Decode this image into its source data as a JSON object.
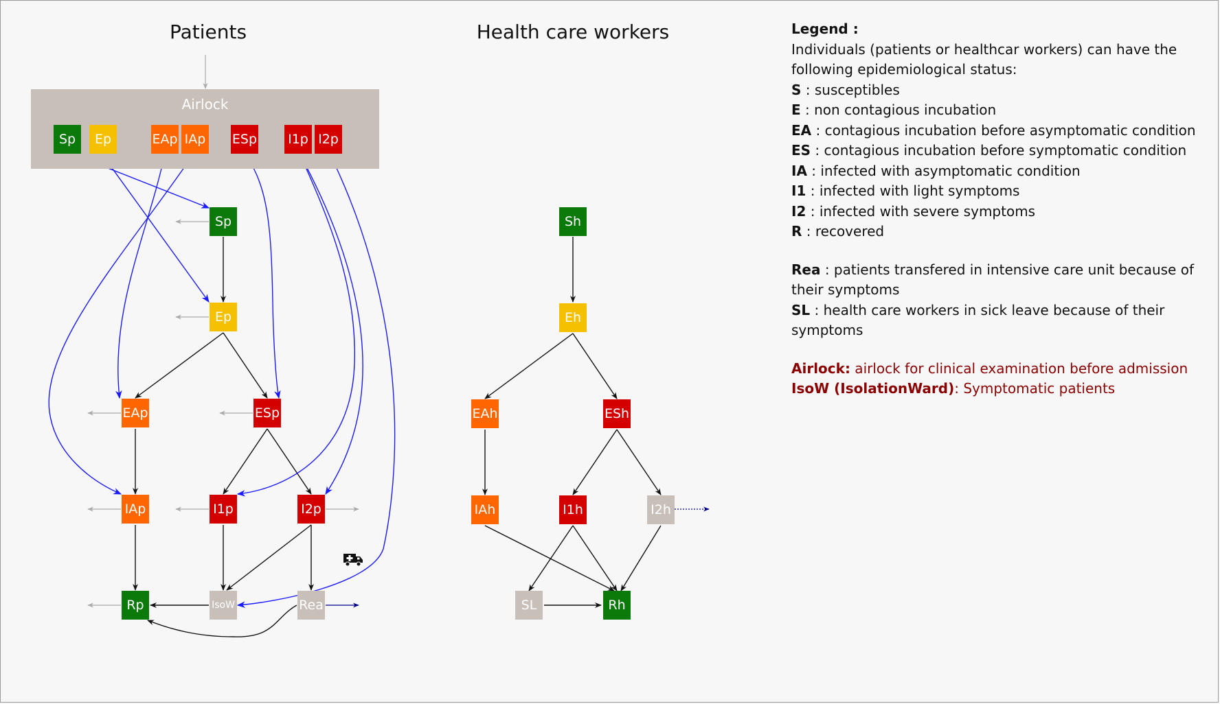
{
  "titles": {
    "patients": "Patients",
    "hcw": "Health care workers"
  },
  "airlock": {
    "label": "Airlock",
    "nodes": [
      "Sp",
      "Ep",
      "EAp",
      "IAp",
      "ESp",
      "I1p",
      "I2p"
    ]
  },
  "patients": {
    "Sp": "Sp",
    "Ep": "Ep",
    "EAp": "EAp",
    "ESp": "ESp",
    "IAp": "IAp",
    "I1p": "I1p",
    "I2p": "I2p",
    "Rp": "Rp",
    "IsoW": "IsoW",
    "Rea": "Rea"
  },
  "hcw": {
    "Sh": "Sh",
    "Eh": "Eh",
    "EAh": "EAh",
    "ESh": "ESh",
    "IAh": "IAh",
    "I1h": "I1h",
    "I2h": "I2h",
    "SL": "SL",
    "Rh": "Rh"
  },
  "icons": {
    "ambulance": "ambulance-icon"
  },
  "colors": {
    "S": "#0b7a0b",
    "E": "#f5c000",
    "EA": "#ff6600",
    "ES": "#d40000",
    "grey": "#c8bfb8",
    "blue_arrow": "#1a1aff",
    "dark_red": "#8b0000"
  },
  "legend": {
    "heading": "Legend :",
    "intro": "Individuals (patients or healthcar workers) can have the following epidemiological status:",
    "items": [
      {
        "key": "S",
        "text": " : susceptibles"
      },
      {
        "key": "E",
        "text": " : non contagious incubation"
      },
      {
        "key": "EA",
        "text": " : contagious incubation before asymptomatic condition"
      },
      {
        "key": "ES",
        "text": " : contagious incubation before symptomatic condition"
      },
      {
        "key": "IA",
        "text": " : infected with asymptomatic condition"
      },
      {
        "key": "I1",
        "text": " : infected with light symptoms"
      },
      {
        "key": "I2",
        "text": " : infected with severe symptoms"
      },
      {
        "key": "R",
        "text": " : recovered"
      }
    ],
    "rea_key": "Rea",
    "rea_text": " : patients transfered in intensive care unit because of their symptoms",
    "sl_key": "SL",
    "sl_text": " : health care workers in sick leave because of their symptoms",
    "airlock_key": "Airlock:",
    "airlock_text": " airlock for clinical examination before admission",
    "isow_key": "IsoW (IsolationWard)",
    "isow_text": ": Symptomatic patients"
  }
}
